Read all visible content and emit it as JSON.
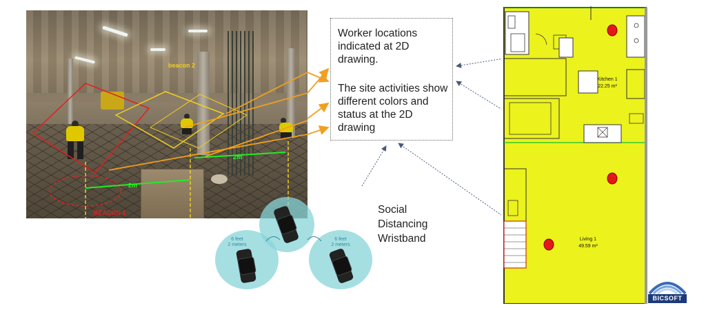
{
  "site_photo": {
    "beacon_1_label": "BEACON 1",
    "beacon_2_label": "beacon 2",
    "distance_1": "2m",
    "distance_2": "2m"
  },
  "info_box": {
    "paragraph_1": "Worker locations indicated at 2D drawing.",
    "paragraph_2": "The site activities show different colors and status at the 2D drawing"
  },
  "wristband": {
    "title": "Social Distancing Wristband",
    "distance_line_1": "6 feet",
    "distance_line_2": "2 meters"
  },
  "floor_plan": {
    "kitchen_name": "Kitchen 1",
    "kitchen_area": "22.25 m²",
    "living_name": "Living 1",
    "living_area": "49.59 m²",
    "fill_color": "#ecf21b",
    "marker_color": "#e31818"
  },
  "logo": {
    "text": "BICSOFT"
  },
  "colors": {
    "arrow": "#f0a020",
    "beacon_1": "#e02020",
    "beacon_2": "#f0d020",
    "distance_line": "#22ee22",
    "dotted_connector": "#4a5a7a"
  }
}
